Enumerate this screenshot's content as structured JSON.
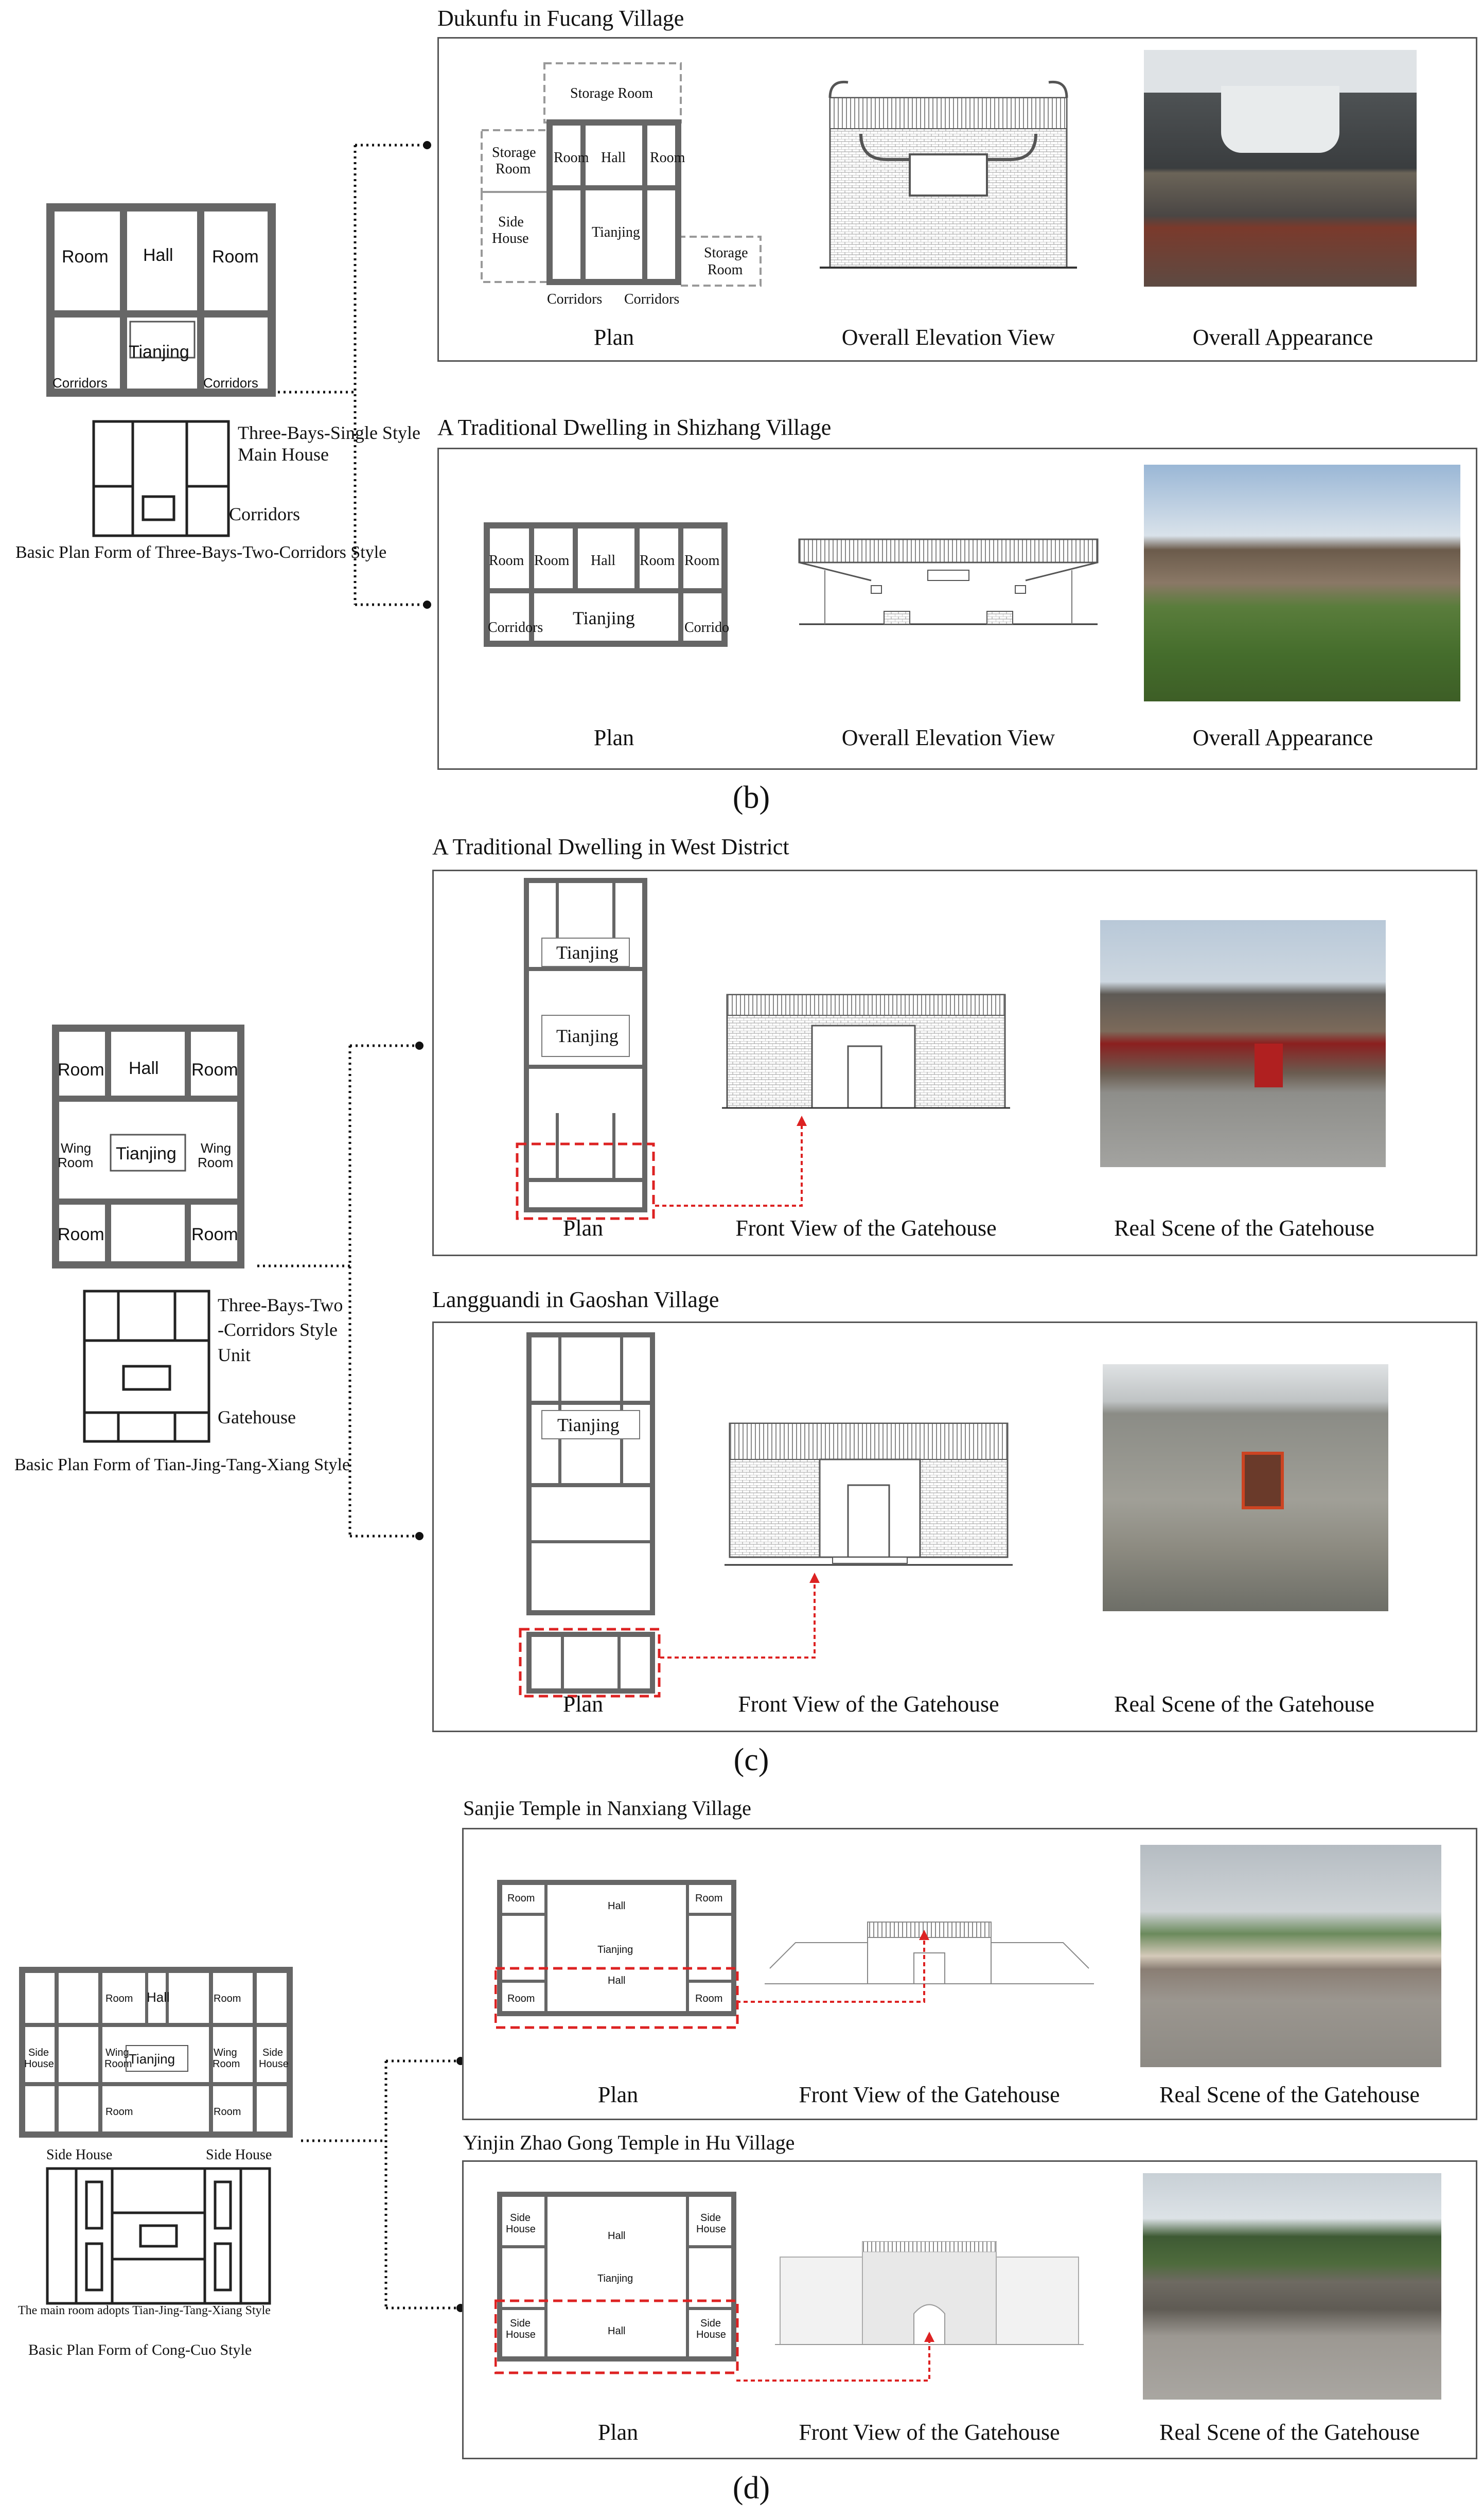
{
  "figure_b": {
    "label": "(b)",
    "basic": {
      "plan": {
        "room_left": "Room",
        "hall": "Hall",
        "room_right": "Room",
        "tianjing": "Tianjing",
        "corridors_left": "Corridors",
        "corridors_right": "Corridors"
      },
      "unit_label_1": "Three-Bays-Single Style",
      "unit_label_2": "Main House",
      "unit_label_3": "Corridors",
      "caption": "Basic Plan Form of Three-Bays-Two-Corridors Style"
    },
    "case1": {
      "title": "Dukunfu in Fucang Village",
      "plan": {
        "storage_top": "Storage Room",
        "storage_left_1": "Storage",
        "storage_left_2": "Room",
        "side_1": "Side",
        "side_2": "House",
        "room": "Room",
        "hall": "Hall",
        "tianjing": "Tianjing",
        "storage_right_1": "Storage",
        "storage_right_2": "Room",
        "corridors": "Corridors"
      },
      "captions": [
        "Plan",
        "Overall Elevation View",
        "Overall Appearance"
      ]
    },
    "case2": {
      "title": "A Traditional Dwelling in Shizhang Village",
      "plan": {
        "room": "Room",
        "hall": "Hall",
        "tianjing": "Tianjing",
        "corridors": "Corridors"
      },
      "captions": [
        "Plan",
        "Overall Elevation View",
        "Overall Appearance"
      ]
    }
  },
  "figure_c": {
    "label": "(c)",
    "basic": {
      "plan": {
        "room": "Room",
        "hall": "Hall",
        "wing_1": "Wing",
        "wing_2": "Room",
        "tianjing": "Tianjing"
      },
      "unit_label_1": "Three-Bays-Two",
      "unit_label_2": "-Corridors Style",
      "unit_label_3": "Unit",
      "unit_label_4": "Gatehouse",
      "caption": "Basic Plan Form of Tian-Jing-Tang-Xiang Style"
    },
    "case1": {
      "title": "A Traditional Dwelling in West District",
      "plan": {
        "tianjing": "Tianjing"
      },
      "captions": [
        "Plan",
        "Front View of the Gatehouse",
        "Real Scene of the Gatehouse"
      ]
    },
    "case2": {
      "title": "Langguandi in Gaoshan Village",
      "plan": {
        "tianjing": "Tianjing"
      },
      "captions": [
        "Plan",
        "Front View of the Gatehouse",
        "Real Scene of the Gatehouse"
      ]
    }
  },
  "figure_d": {
    "label": "(d)",
    "basic": {
      "plan": {
        "room": "Room",
        "hall": "Hall",
        "tianjing": "Tianjing",
        "side_1": "Side",
        "side_2": "House",
        "wing_1": "Wing",
        "wing_2": "Room"
      },
      "side_house": "Side House",
      "note": "The main room adopts Tian-Jing-Tang-Xiang Style",
      "caption": "Basic Plan Form of Cong-Cuo Style"
    },
    "case1": {
      "title": "Sanjie Temple in Nanxiang Village",
      "plan": {
        "room": "Room",
        "hall": "Hall",
        "tianjing": "Tianjing"
      },
      "captions": [
        "Plan",
        "Front View of the Gatehouse",
        "Real Scene of the Gatehouse"
      ]
    },
    "case2": {
      "title": "Yinjin Zhao Gong Temple in Hu Village",
      "plan": {
        "side_1": "Side",
        "side_2": "House",
        "hall": "Hall",
        "tianjing": "Tianjing"
      },
      "captions": [
        "Plan",
        "Front View of the Gatehouse",
        "Real Scene of the Gatehouse"
      ]
    }
  },
  "colors": {
    "wall": "#666666",
    "highlight": "#dd2222",
    "panel_border": "#555555"
  }
}
